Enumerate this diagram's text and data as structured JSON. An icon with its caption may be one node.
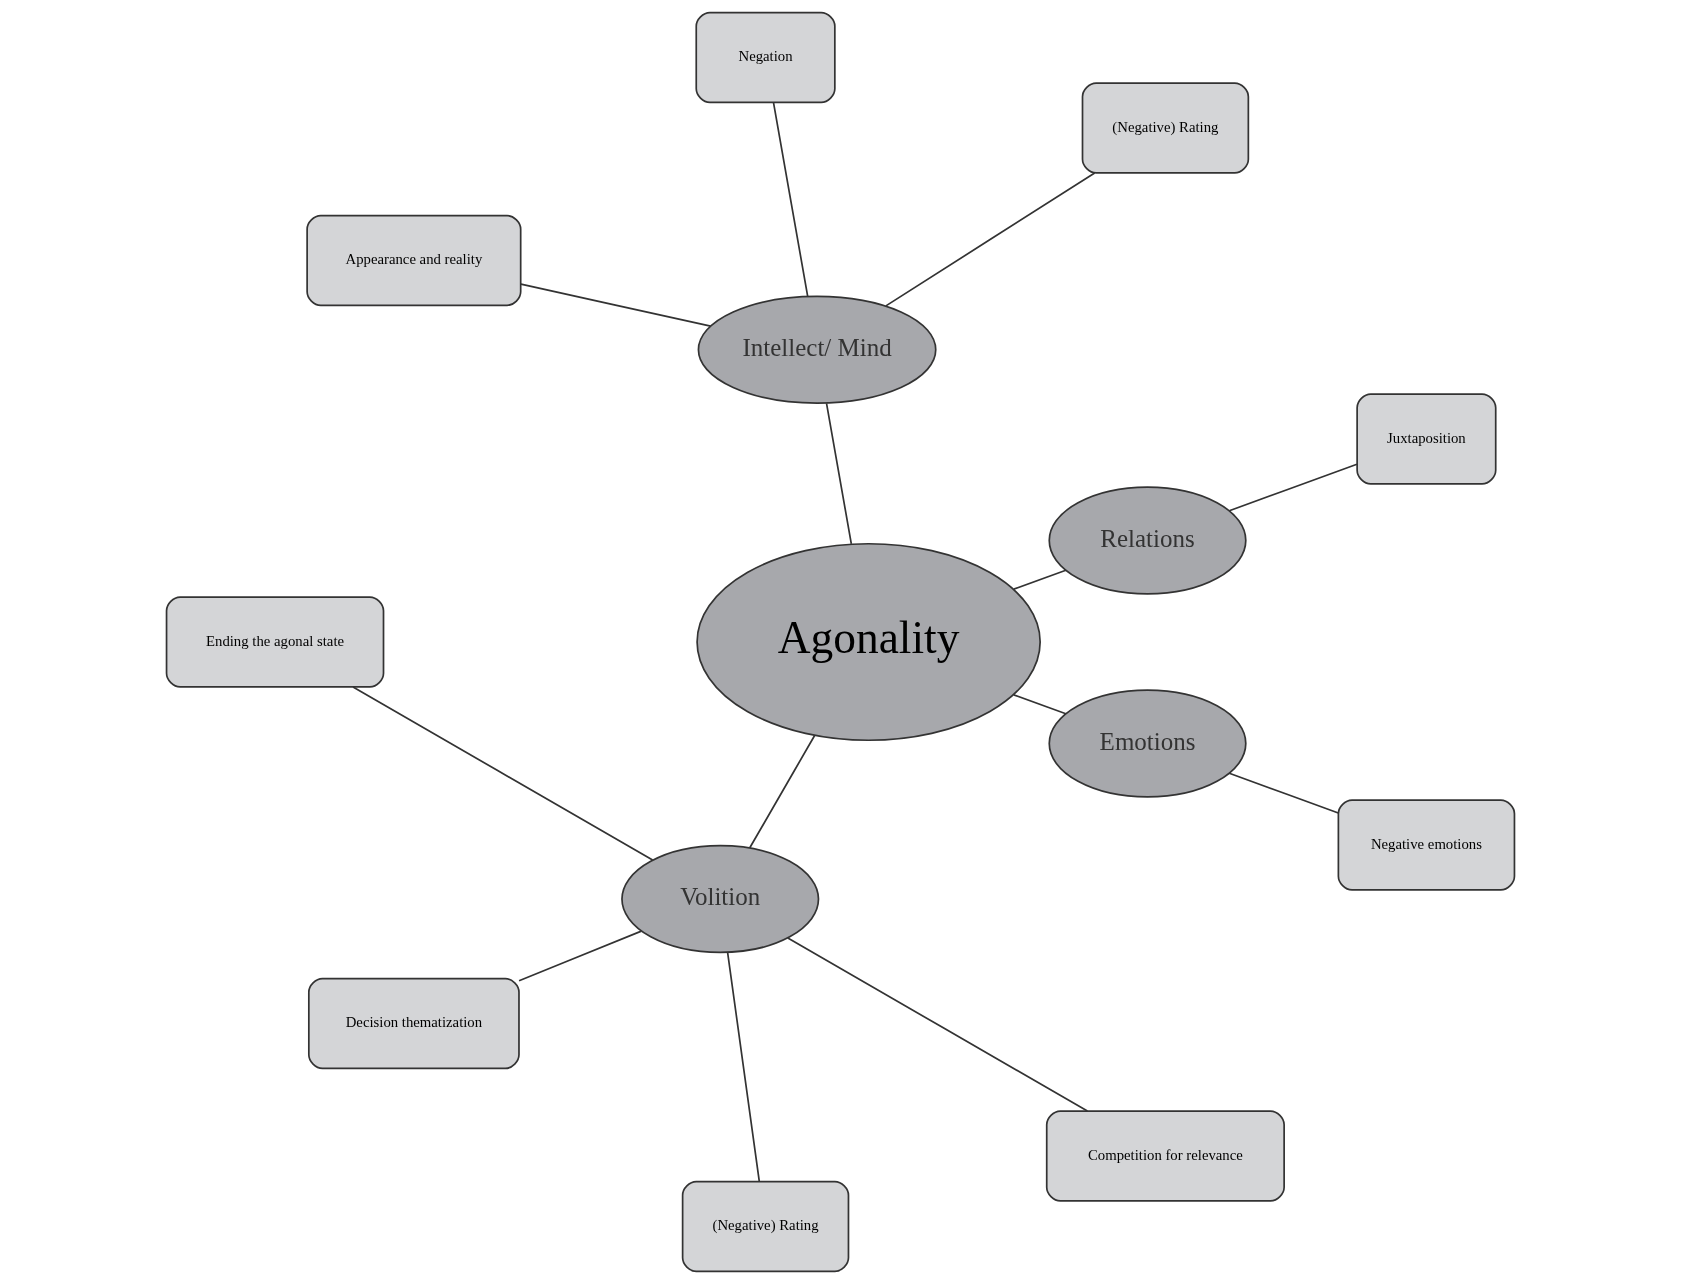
{
  "diagram": {
    "nodes": [
      {
        "text": [
          "Agonality"
        ]
      },
      {
        "text": [
          "Relations"
        ]
      },
      {
        "text": [
          "Intellect/ Mind"
        ]
      },
      {
        "text": [
          "Volition"
        ]
      },
      {
        "text": [
          "Emotions"
        ]
      },
      {
        "text": [
          "Juxtaposition"
        ]
      },
      {
        "text": [
          "(Negative) Rating"
        ]
      },
      {
        "text": [
          "Negation"
        ]
      },
      {
        "text": [
          "Appearance and reality"
        ]
      },
      {
        "text": [
          "Ending the agonal state"
        ]
      },
      {
        "text": [
          "Decision thematization"
        ]
      },
      {
        "text": [
          "(Negative) Rating"
        ]
      },
      {
        "text": [
          "Competition for relevance"
        ]
      },
      {
        "text": [
          "Negative emotions"
        ]
      }
    ],
    "edges": [
      {
        "from": 0,
        "to": 1,
        "arrow": "none"
      },
      {
        "from": 0,
        "to": 2,
        "arrow": "none"
      },
      {
        "from": 0,
        "to": 3,
        "arrow": "none"
      },
      {
        "from": 0,
        "to": 4,
        "arrow": "none"
      },
      {
        "from": 1,
        "to": 5,
        "arrow": "none"
      },
      {
        "from": 2,
        "to": 6,
        "arrow": "none"
      },
      {
        "from": 2,
        "to": 7,
        "arrow": "none"
      },
      {
        "from": 2,
        "to": 8,
        "arrow": "none"
      },
      {
        "from": 3,
        "to": 9,
        "arrow": "none"
      },
      {
        "from": 3,
        "to": 10,
        "arrow": "none"
      },
      {
        "from": 3,
        "to": 11,
        "arrow": "none"
      },
      {
        "from": 3,
        "to": 12,
        "arrow": "none"
      },
      {
        "from": 4,
        "to": 13,
        "arrow": "none"
      }
    ]
  }
}
